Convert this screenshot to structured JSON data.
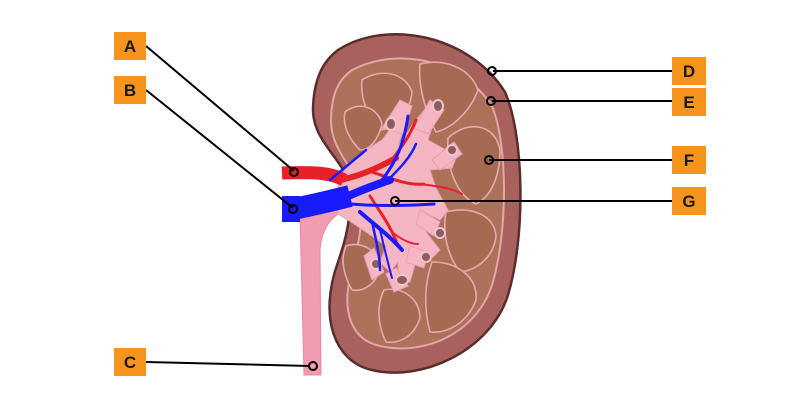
{
  "labels": {
    "a": "A",
    "b": "B",
    "c": "C",
    "d": "D",
    "e": "E",
    "f": "F",
    "g": "G"
  },
  "colors": {
    "label_box": "#f7941d",
    "cortex": "#a9615d",
    "medulla": "#ad7059",
    "pelvis": "#f4b6c2",
    "artery": "#e8202a",
    "vein": "#1a1aff",
    "ureter": "#f19cb0"
  }
}
